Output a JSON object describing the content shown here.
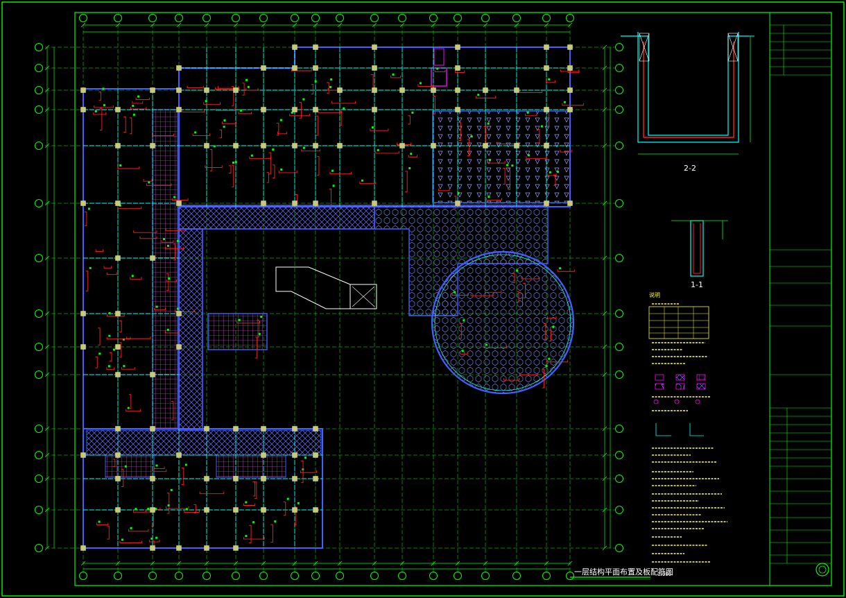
{
  "drawing": {
    "title": "一层结构平面布置及板配筋图",
    "scale": "1:100",
    "section_22_label": "2-2",
    "section_11_label": "1-1"
  },
  "notes": {
    "heading": "说明"
  },
  "colors": {
    "background": "#000000",
    "border": "#00ff00",
    "wall": "#00ffff",
    "slab_edge": "#4060ff",
    "hatch": "#8080ff",
    "rebar": "#ff2020",
    "rebar_label": "#00ff00",
    "column": "#c8c880",
    "text_yellow": "#ffff00",
    "magenta": "#ff00ff",
    "dimension": "#00ff00"
  }
}
